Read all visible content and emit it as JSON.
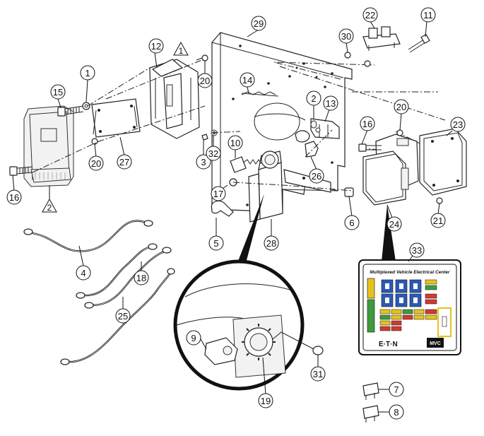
{
  "diagram": {
    "callouts": [
      "1",
      "2",
      "3",
      "4",
      "5",
      "6",
      "7",
      "8",
      "9",
      "10",
      "11",
      "12",
      "13",
      "14",
      "15",
      "16",
      "17",
      "18",
      "19",
      "20",
      "21",
      "22",
      "23",
      "24",
      "25",
      "26",
      "27",
      "28",
      "29",
      "30",
      "31",
      "32",
      "33"
    ],
    "notes": [
      "1",
      "2"
    ],
    "fuse_panel": {
      "title": "Multiplexed Vehicle Electrical Center",
      "brand": "E·T·N",
      "logo": "MVC"
    }
  },
  "colors": {
    "fuse_blue": "#2b59b5",
    "fuse_green": "#3f9b3b",
    "fuse_yellow": "#e8c21b",
    "fuse_red": "#d23a2f",
    "line": "#222222"
  },
  "icons": [
    "ecu-module-icon",
    "bracket-icon",
    "bolt-icon",
    "washer-icon",
    "mounting-plate-icon",
    "battery-cable-icon",
    "fuse-icon",
    "connector-icon",
    "detail-magnifier-icon"
  ]
}
